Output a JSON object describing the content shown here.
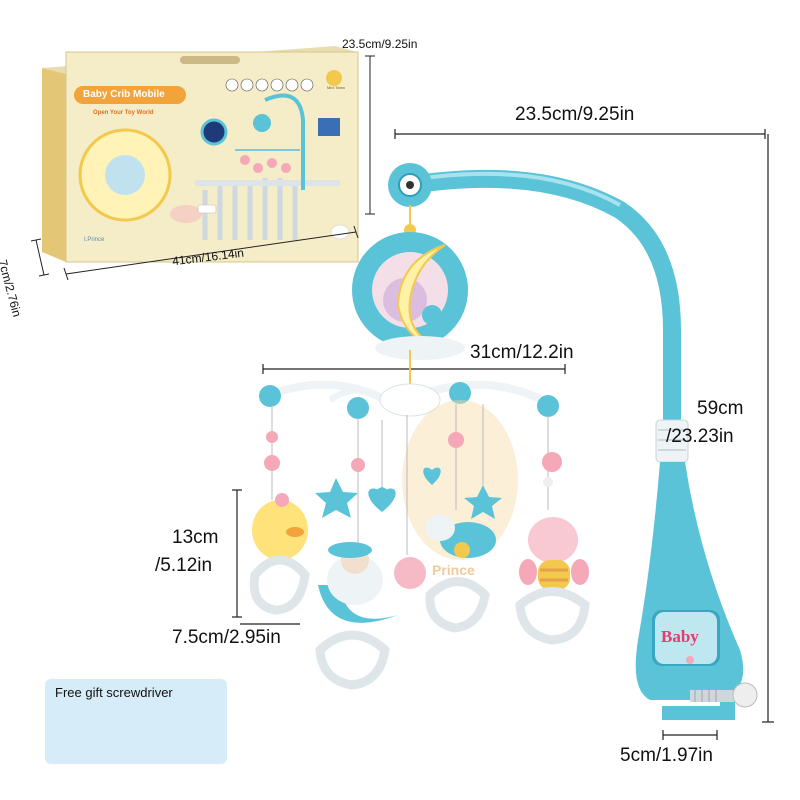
{
  "dimensions": {
    "box_height": "23.5cm/9.25in",
    "box_depth": "7cm/2.76in",
    "box_width": "41cm/16.14in",
    "arm_width": "23.5cm/9.25in",
    "total_height_1": "59cm",
    "total_height_2": "/23.23in",
    "hanger_width": "31cm/12.2in",
    "toy_height_1": "13cm",
    "toy_height_2": "/5.12in",
    "toy_width": "7.5cm/2.95in",
    "clamp_width": "5cm/1.97in"
  },
  "box": {
    "title": "Baby Crib Mobile",
    "subtitle": "Open Your Toy World",
    "brand": "I.Prince",
    "badge": "Mini Tamo"
  },
  "gift": {
    "label": "Free gift screwdriver"
  },
  "product": {
    "base_label": "Baby",
    "watermark": "Prince"
  },
  "colors": {
    "teal": "#5bc3d8",
    "teal_dark": "#2e9fb8",
    "box_cream": "#f5ecc8",
    "box_yellow": "#f2c94c",
    "gift_bg": "#d6ecf8",
    "pink": "#f4a8b8"
  }
}
